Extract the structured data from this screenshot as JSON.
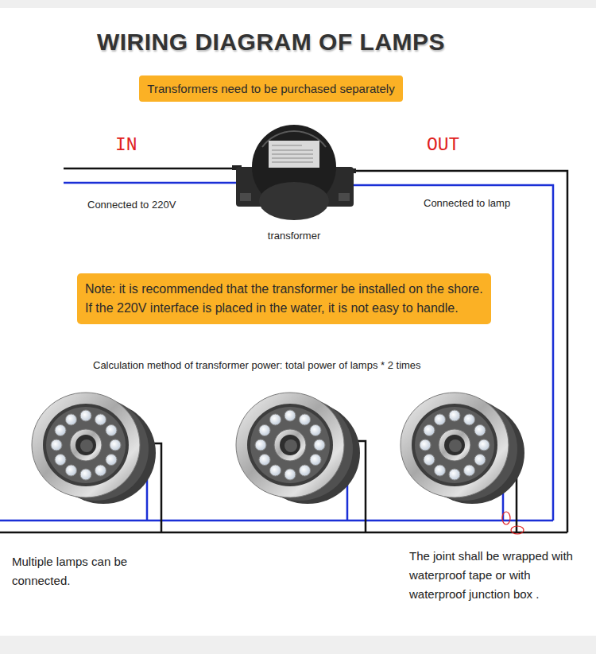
{
  "diagram": {
    "title": "WIRING DIAGRAM OF LAMPS",
    "nodes": [
      {
        "text": [
          "Transformers need to be purchased separately"
        ]
      },
      {
        "text": [
          "transformer"
        ]
      },
      {
        "text": [
          "Note: it is recommended that the transformer be installed on the shore. If the 220V interface is placed in the water, it is not easy to handle."
        ]
      }
    ],
    "labels": [
      "IN",
      "OUT",
      "Connected to 220V",
      "Connected to lamp",
      "Calculation method of transformer power: total power of lamps * 2 times",
      "Multiple lamps can be connected.",
      "The joint shall be wrapped with waterproof tape or with waterproof junction box ."
    ]
  }
}
